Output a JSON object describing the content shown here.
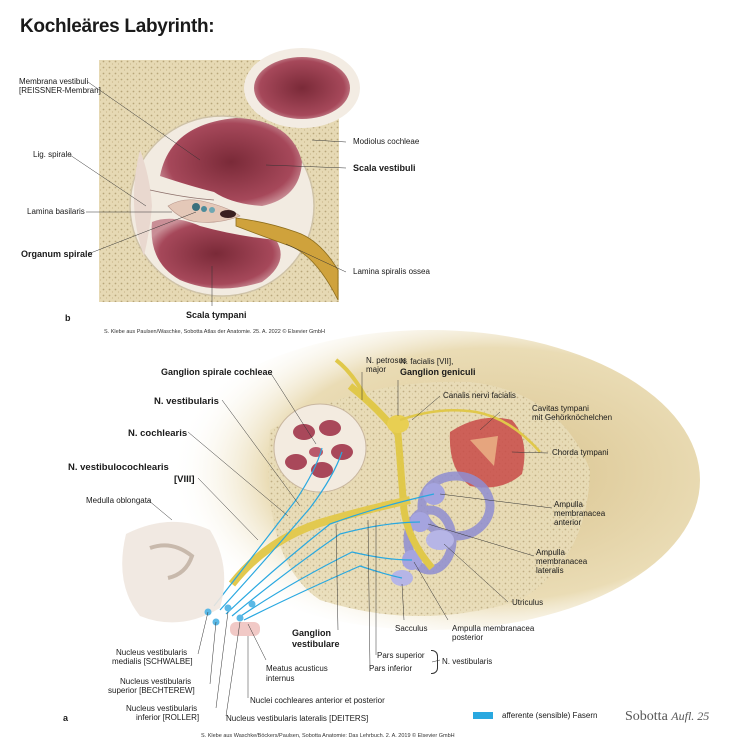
{
  "page_title": "Kochleäres Labyrinth:",
  "figure_b": {
    "letter": "b",
    "labels": {
      "membrana_vestibuli_1": "Membrana vestibuli",
      "membrana_vestibuli_2": "[REISSNER-Membran]",
      "lig_spirale": "Lig. spirale",
      "lamina_basilaris": "Lamina basilaris",
      "organum_spirale": "Organum spirale",
      "modiolus": "Modiolus cochleae",
      "scala_vestibuli": "Scala vestibuli",
      "lamina_spiralis_ossea": "Lamina spiralis ossea",
      "scala_tympani": "Scala tympani"
    },
    "credit": "S. Klebe aus Paulsen/Waschke, Sobotta Atlas der Anatomie. 25. A. 2022 © Elsevier GmbH"
  },
  "figure_a": {
    "letter": "a",
    "labels": {
      "n_petrosus_major_1": "N. petrosus",
      "n_petrosus_major_2": "major",
      "n_facialis": "N. facialis [VII],",
      "ganglion_geniculi": "Ganglion geniculi",
      "canalis_nervi_facialis": "Canalis nervi facialis",
      "cavitas_tympani_1": "Cavitas tympani",
      "cavitas_tympani_2": "mit Gehörknöchelchen",
      "chorda_tympani": "Chorda tympani",
      "ampulla_anterior_1": "Ampulla",
      "ampulla_anterior_2": "membranacea",
      "ampulla_anterior_3": "anterior",
      "ampulla_lateralis_1": "Ampulla",
      "ampulla_lateralis_2": "membranacea",
      "ampulla_lateralis_3": "lateralis",
      "utriculus": "Utriculus",
      "ampulla_posterior_1": "Ampulla membranacea",
      "ampulla_posterior_2": "posterior",
      "sacculus": "Sacculus",
      "pars_superior": "Pars superior",
      "pars_inferior": "Pars inferior",
      "n_vestibularis_right": "N. vestibularis",
      "ganglion_spirale": "Ganglion spirale cochleae",
      "n_vestibularis": "N. vestibularis",
      "n_cochlearis": "N. cochlearis",
      "n_vestibulocochlearis_1": "N. vestibulocochlearis",
      "n_vestibulocochlearis_2": "[VIII]",
      "medulla": "Medulla oblongata",
      "ganglion_vestibulare_1": "Ganglion",
      "ganglion_vestibulare_2": "vestibulare",
      "meatus_1": "Meatus acusticus",
      "meatus_2": "internus",
      "nucleus_medialis_1": "Nucleus vestibularis",
      "nucleus_medialis_2": "medialis [SCHWALBE]",
      "nucleus_superior_1": "Nucleus vestibularis",
      "nucleus_superior_2": "superior [BECHTEREW]",
      "nucleus_inferior_1": "Nucleus vestibularis",
      "nucleus_inferior_2": "inferior [ROLLER]",
      "nucleus_lateralis": "Nucleus vestibularis lateralis [DEITERS]",
      "nuclei_cochleares": "Nuclei cochleares anterior et posterior"
    },
    "legend_label": "afferente (sensible) Fasern",
    "legend_color": "#29a8e0",
    "brand": "Sobotta",
    "brand_edition": "Aufl. 25",
    "credit": "S. Klebe aus Waschke/Böckers/Paulsen, Sobotta Anatomie: Das Lehrbuch. 2. A. 2019 © Elsevier GmbH"
  }
}
